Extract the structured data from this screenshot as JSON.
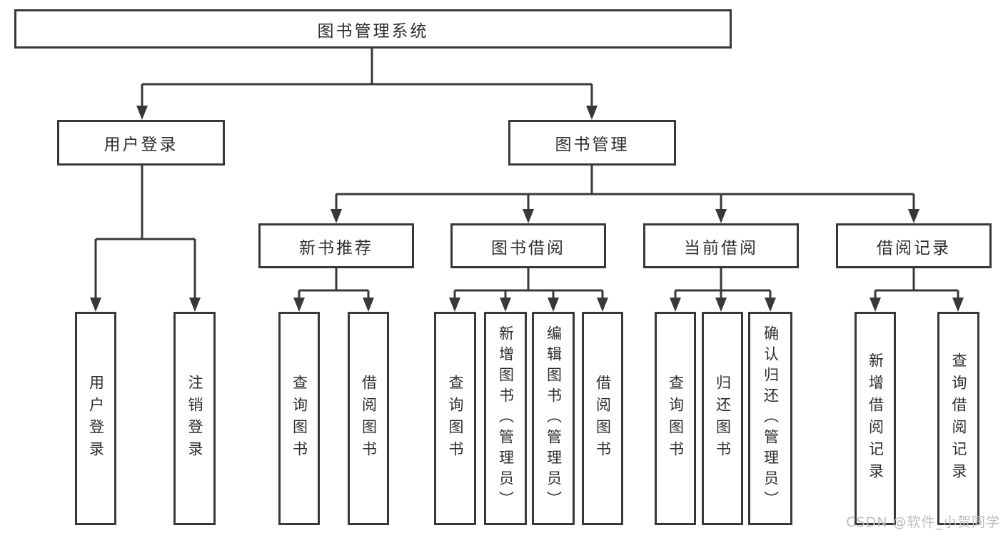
{
  "tree": {
    "root": "图书管理系统",
    "branches": [
      {
        "label": "用户登录",
        "children": [
          "用户登录",
          "注销登录"
        ]
      },
      {
        "label": "图书管理",
        "children": [
          {
            "label": "新书推荐",
            "children": [
              "查询图书",
              "借阅图书"
            ]
          },
          {
            "label": "图书借阅",
            "children": [
              "查询图书",
              "新增图书（管理员）",
              "编辑图书（管理员）",
              "借阅图书"
            ]
          },
          {
            "label": "当前借阅",
            "children": [
              "查询图书",
              "归还图书",
              "确认归还（管理员）"
            ]
          },
          {
            "label": "借阅记录",
            "children": [
              "新增借阅记录",
              "查询借阅记录"
            ]
          }
        ]
      }
    ]
  },
  "watermark": "CSDN @软件_小贺同学",
  "colors": {
    "bg": "#ffffff",
    "line": "#383838",
    "box-border": "#383838",
    "text": "#2d2d2d",
    "watermark": "#bdbdbd"
  }
}
